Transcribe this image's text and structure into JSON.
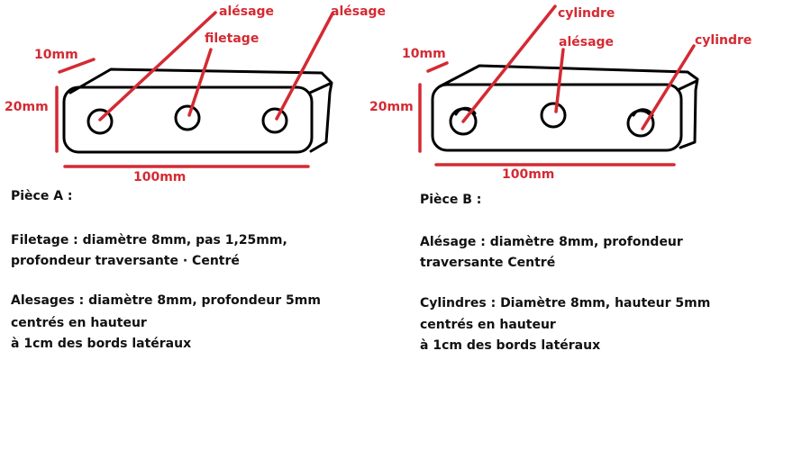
{
  "colors": {
    "annotation": "#d42a33",
    "outline": "#000000",
    "text": "#111111"
  },
  "piece_a": {
    "labels": {
      "left_bore": "alésage",
      "thread": "filetage",
      "right_bore": "alésage",
      "depth": "10mm",
      "height": "20mm",
      "length": "100mm"
    },
    "title": "Pièce A :",
    "thread_line1": "Filetage : diamètre 8mm, pas 1,25mm,",
    "thread_line2": "profondeur traversante · Centré",
    "bore_line1": "Alesages : diamètre 8mm, profondeur 5mm",
    "bore_line2": "centrés en hauteur",
    "bore_line3": "à 1cm des bords latéraux"
  },
  "piece_b": {
    "labels": {
      "left_cylinder": "cylindre",
      "bore": "alésage",
      "right_cylinder": "cylindre",
      "depth": "10mm",
      "height": "20mm",
      "length": "100mm"
    },
    "title": "Pièce B :",
    "bore_line1": "Alésage : diamètre 8mm, profondeur",
    "bore_line2": "traversante Centré",
    "cyl_line1": "Cylindres : Diamètre 8mm, hauteur 5mm",
    "cyl_line2": "centrés en hauteur",
    "cyl_line3": "à 1cm des bords latéraux"
  }
}
